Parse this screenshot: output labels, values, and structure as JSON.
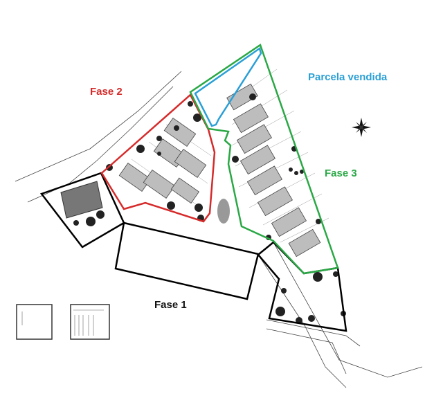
{
  "labels": {
    "fase1": "Fase 1",
    "fase2": "Fase 2",
    "fase3": "Fase 3",
    "parcela": "Parcela vendida"
  },
  "colors": {
    "fase1": "#000000",
    "fase2": "#d62a2a",
    "fase3": "#2aa845",
    "parcela": "#2a9fd6",
    "building": "#a8a8a8"
  },
  "icons": {
    "compass": "north-arrow-compass-icon"
  }
}
